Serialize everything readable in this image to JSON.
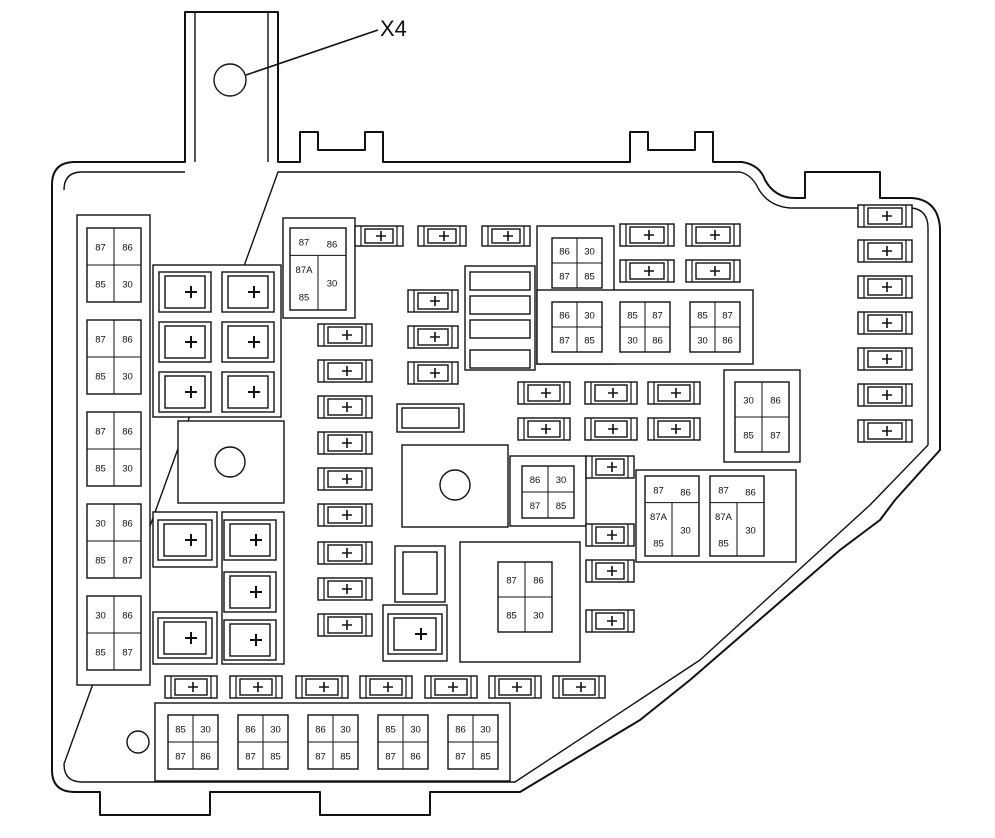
{
  "callout": {
    "label": "X4"
  },
  "relays": {
    "left_column": [
      [
        "87",
        "86",
        "85",
        "30"
      ],
      [
        "87",
        "86",
        "85",
        "30"
      ],
      [
        "87",
        "86",
        "85",
        "30"
      ],
      [
        "30",
        "86",
        "85",
        "87"
      ],
      [
        "30",
        "86",
        "85",
        "87"
      ]
    ],
    "top_small": [
      "87",
      "86",
      "87A",
      "85",
      "30"
    ],
    "mid_top": [
      [
        "86",
        "30",
        "87",
        "85"
      ],
      [
        "86",
        "30",
        "87",
        "85"
      ],
      [
        "85",
        "87",
        "30",
        "86"
      ],
      [
        "85",
        "87",
        "30",
        "86"
      ]
    ],
    "right_single": [
      "30",
      "86",
      "85",
      "87"
    ],
    "center_small": [
      "86",
      "30",
      "87",
      "85"
    ],
    "five_pin_a": [
      "87",
      "86",
      "87A",
      "85",
      "30"
    ],
    "five_pin_b": [
      "87",
      "86",
      "87A",
      "85",
      "30"
    ],
    "center_large": [
      "87",
      "86",
      "85",
      "30"
    ],
    "bottom_row": [
      [
        "85",
        "30",
        "87",
        "86"
      ],
      [
        "86",
        "30",
        "87",
        "85"
      ],
      [
        "86",
        "30",
        "87",
        "85"
      ],
      [
        "85",
        "30",
        "87",
        "86"
      ],
      [
        "86",
        "30",
        "87",
        "85"
      ]
    ]
  }
}
